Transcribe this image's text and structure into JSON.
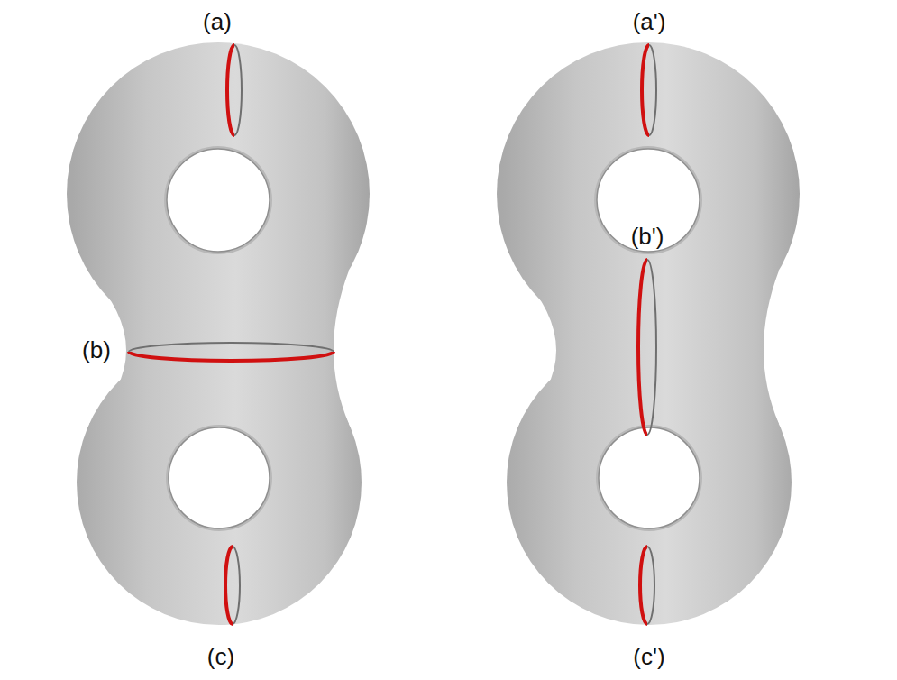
{
  "diagram": {
    "labels": [
      "(a)",
      "(b)",
      "(c)",
      "(a')",
      "(b')",
      "(c')"
    ]
  }
}
